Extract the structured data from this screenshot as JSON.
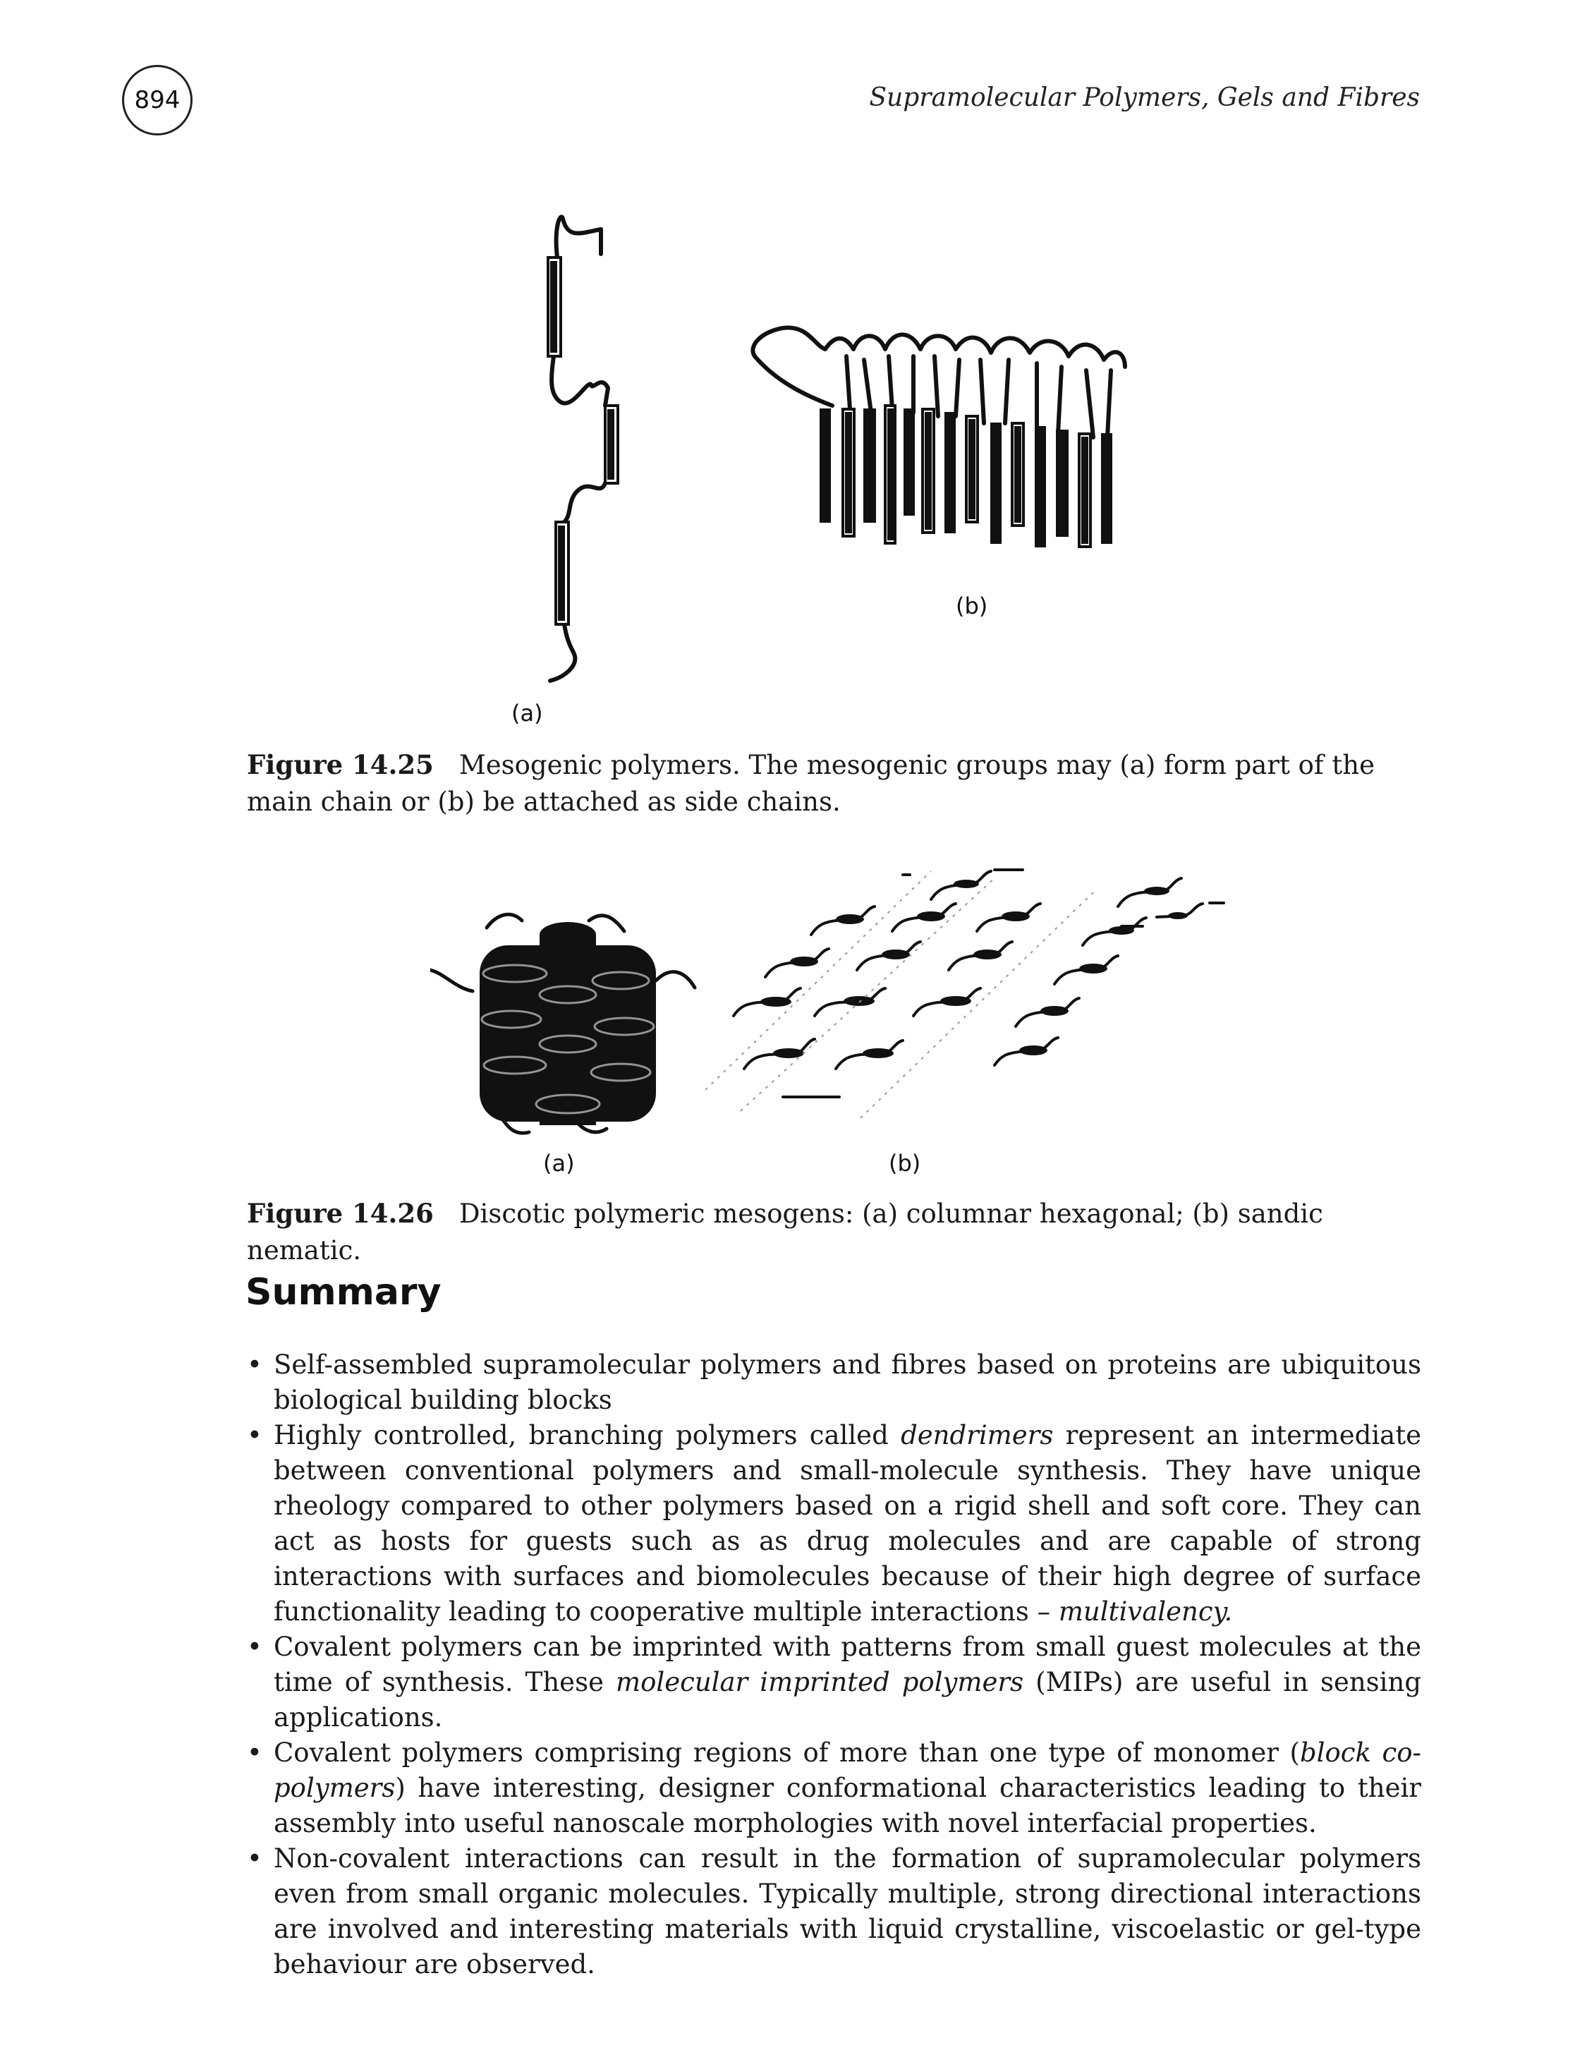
{
  "header": {
    "page_number": "894",
    "running_title": "Supramolecular Polymers, Gels and Fibres"
  },
  "figure_25": {
    "panel_a_label": "(a)",
    "panel_b_label": "(b)",
    "caption_number": "Figure 14.25",
    "caption_text": "Mesogenic polymers. The mesogenic groups may (a) form part of the main chain or (b) be attached as side chains."
  },
  "figure_26": {
    "panel_a_label": "(a)",
    "panel_b_label": "(b)",
    "caption_number": "Figure 14.26",
    "caption_text": "Discotic polymeric mesogens: (a) columnar hexagonal; (b) sandic nematic."
  },
  "summary": {
    "heading": "Summary",
    "bullets": [
      {
        "text_1": "Self-assembled supramolecular polymers and fibres based on proteins are ubiquitous biological building blocks"
      },
      {
        "text_1": "Highly controlled, branching polymers called ",
        "term_1": "dendrimers",
        "text_2": " represent an intermediate between conventional polymers and small-molecule synthesis. They have unique rheology compared to other polymers based on a rigid shell and soft core. They can act as hosts for guests such as as drug molecules and are capable of strong interactions with surfaces and biomolecules because of their high degree of surface functionality leading to cooperative multiple interactions – ",
        "term_2": "multivalency."
      },
      {
        "text_1": "Covalent polymers can be imprinted with patterns from small guest molecules at the time of synthesis. These ",
        "term_1": "molecular imprinted polymers",
        "text_2": " (MIPs) are useful in sensing applications."
      },
      {
        "text_1": "Covalent polymers comprising regions of more than one type of monomer (",
        "term_1": "block co-polymers",
        "text_2": ") have interesting, designer conformational characteristics leading to their assembly into useful nanoscale morphologies with novel interfacial properties."
      },
      {
        "text_1": "Non-covalent interactions can result in the formation of supramolecular polymers even from small organic molecules. Typically multiple, strong directional interactions are involved and interesting materials with liquid crystalline, viscoelastic or gel-type behaviour are observed."
      }
    ]
  }
}
